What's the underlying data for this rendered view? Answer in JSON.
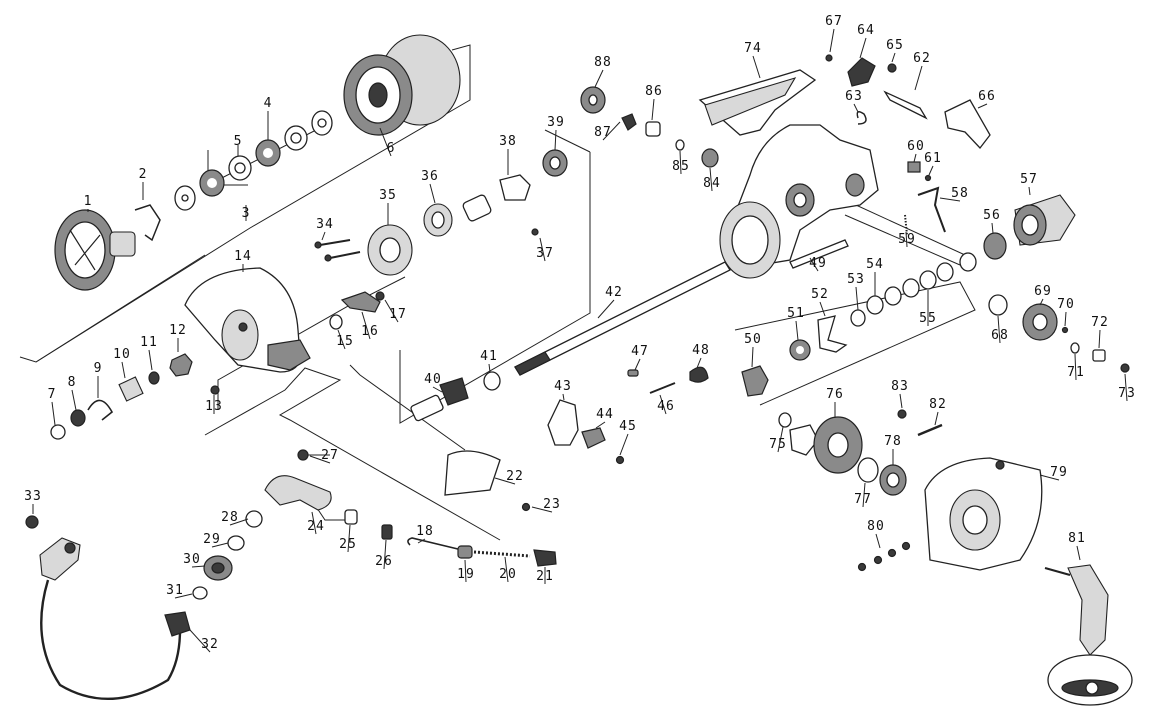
{
  "part_labels": [
    "1",
    "2",
    "3",
    "4",
    "5",
    "6",
    "7",
    "8",
    "9",
    "10",
    "11",
    "12",
    "13",
    "14",
    "15",
    "16",
    "17",
    "18",
    "19",
    "20",
    "21",
    "22",
    "23",
    "24",
    "25",
    "26",
    "27",
    "28",
    "29",
    "30",
    "31",
    "32",
    "33",
    "34",
    "35",
    "36",
    "37",
    "38",
    "39",
    "40",
    "41",
    "42",
    "43",
    "44",
    "45",
    "46",
    "47",
    "48",
    "49",
    "50",
    "51",
    "52",
    "53",
    "54",
    "55",
    "56",
    "57",
    "58",
    "59",
    "60",
    "61",
    "62",
    "63",
    "64",
    "65",
    "66",
    "67",
    "68",
    "69",
    "70",
    "71",
    "72",
    "73",
    "74",
    "75",
    "76",
    "77",
    "78",
    "79",
    "80",
    "81",
    "82",
    "83",
    "84",
    "85",
    "86",
    "87",
    "88"
  ],
  "parts": [
    {
      "key": "spool-cap",
      "label": "1"
    },
    {
      "key": "spool",
      "label": "6"
    },
    {
      "key": "rotor",
      "label": "14"
    },
    {
      "key": "bail-arm",
      "label": "32"
    },
    {
      "key": "line-roller",
      "label": "30"
    },
    {
      "key": "pinion-gear",
      "label": "40"
    },
    {
      "key": "main-shaft",
      "label": "42"
    },
    {
      "key": "oscillation-slider",
      "label": "43"
    },
    {
      "key": "reel-body",
      "label": "74"
    },
    {
      "key": "rotor-nut",
      "label": "57"
    },
    {
      "key": "drive-gear",
      "label": "76"
    },
    {
      "key": "body-cover",
      "label": "79"
    },
    {
      "key": "handle",
      "label": "81"
    },
    {
      "key": "handle-cap",
      "label": "88"
    }
  ]
}
